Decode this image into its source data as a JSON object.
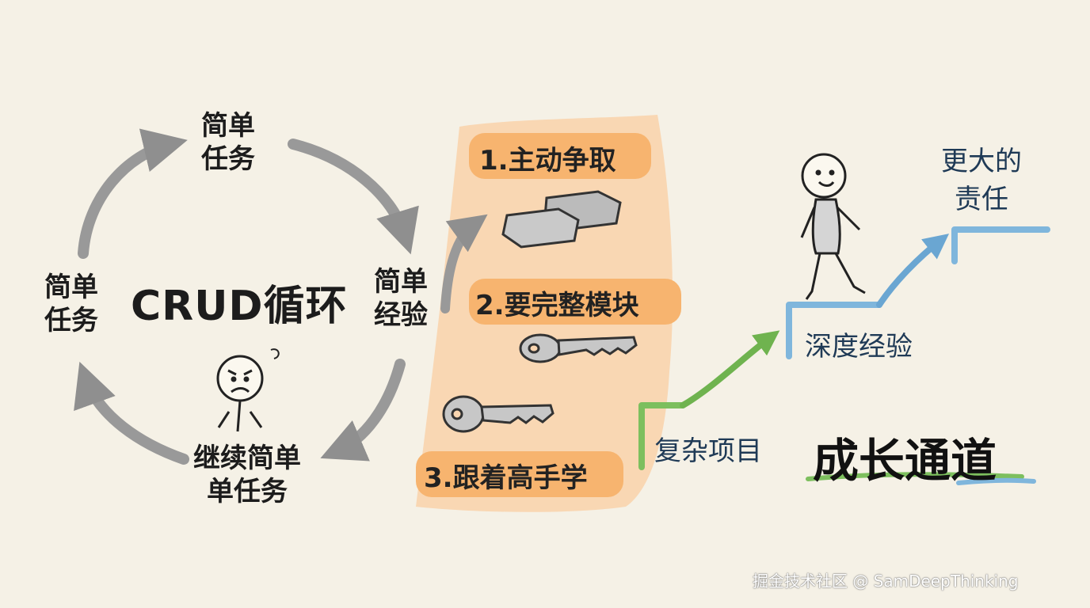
{
  "cycle": {
    "top_label": [
      "简单",
      "任务"
    ],
    "left_label": [
      "简单",
      "任务"
    ],
    "right_label": [
      "简单",
      "经验"
    ],
    "bottom_label": [
      "继续简单",
      "单任务"
    ],
    "center_title": "CRUD循环"
  },
  "steps": [
    {
      "text": "1.主动争取",
      "icon": "stone-blocks-icon"
    },
    {
      "text": "2.要完整模块",
      "icon": "key-icon"
    },
    {
      "text": "3.跟着高手学",
      "icon": "key-icon"
    }
  ],
  "growth": {
    "complex_projects": "复杂项目",
    "deep_experience": "深度经验",
    "bigger_responsibility": [
      "更大的",
      "责任"
    ],
    "channel_title": "成长通道"
  },
  "watermark": "掘金技术社区 @ SamDeepThinking",
  "colors": {
    "background": "#f5f1e6",
    "highlight_orange": "#f7b878",
    "panel_peach": "#f9d5b0",
    "arrow_gray": "#9a9a9a",
    "stairs_green": "#7dbf5e",
    "stairs_blue": "#7fb6dc"
  }
}
